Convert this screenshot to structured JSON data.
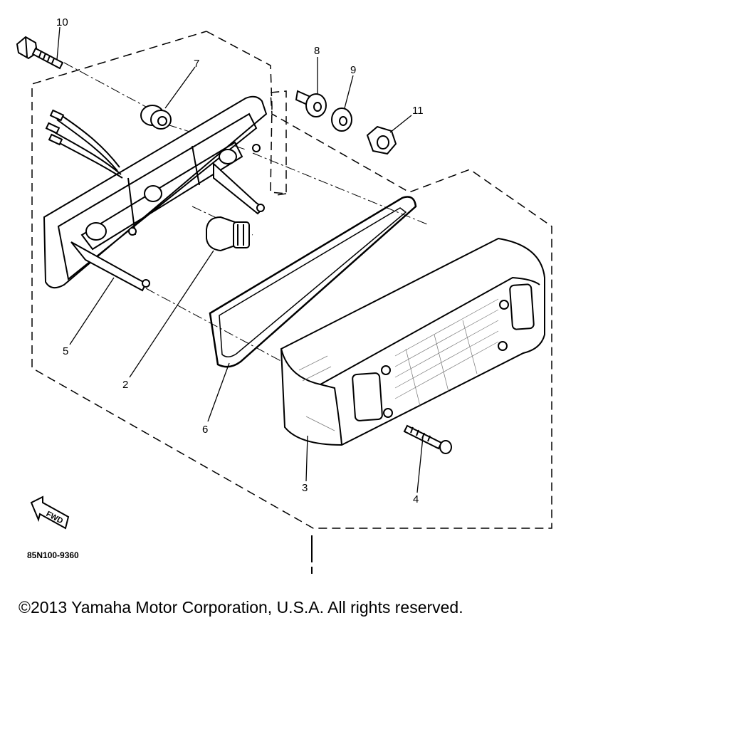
{
  "diagram": {
    "callouts": {
      "c10": "10",
      "c7": "7",
      "c8": "8",
      "c9": "9",
      "c11": "11",
      "c5": "5",
      "c2": "2",
      "c6": "6",
      "c3": "3",
      "c4": "4"
    },
    "fwd_label": "FWD",
    "reference_code": "85N100-9360"
  },
  "footer": {
    "copyright": "©2013 Yamaha Motor Corporation, U.S.A. All rights reserved."
  }
}
